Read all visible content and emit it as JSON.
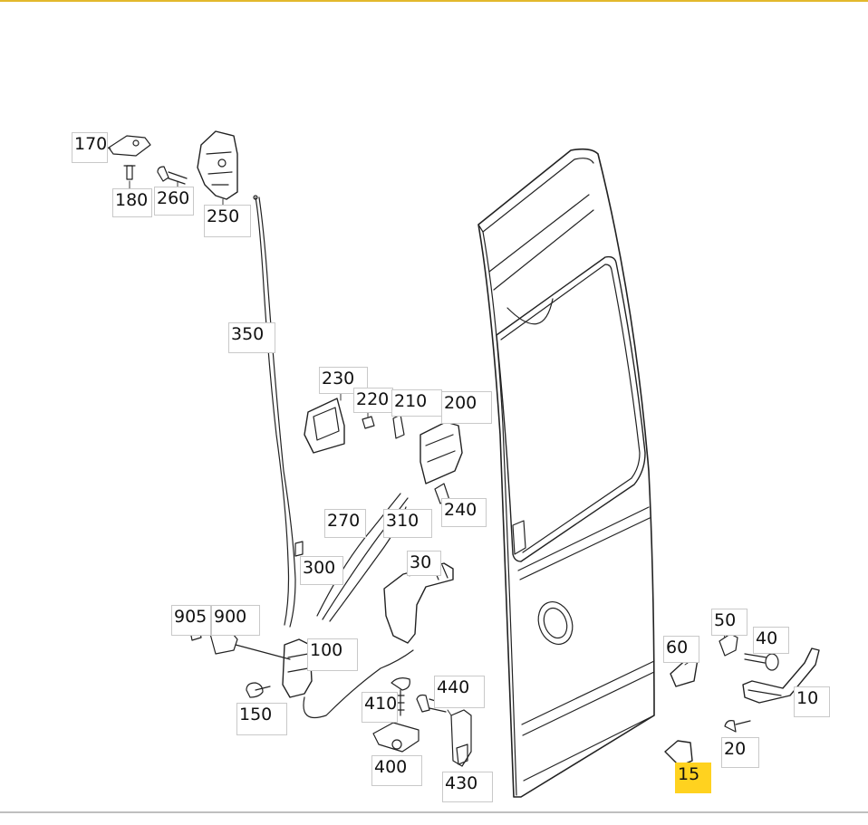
{
  "labels": [
    {
      "id": "170",
      "text": "170"
    },
    {
      "id": "180",
      "text": "180"
    },
    {
      "id": "260",
      "text": "260"
    },
    {
      "id": "250",
      "text": "250"
    },
    {
      "id": "350",
      "text": "350"
    },
    {
      "id": "230",
      "text": "230"
    },
    {
      "id": "220",
      "text": "220"
    },
    {
      "id": "210",
      "text": "210"
    },
    {
      "id": "200",
      "text": "200"
    },
    {
      "id": "240",
      "text": "240"
    },
    {
      "id": "270",
      "text": "270"
    },
    {
      "id": "310",
      "text": "310"
    },
    {
      "id": "300",
      "text": "300"
    },
    {
      "id": "30",
      "text": "30"
    },
    {
      "id": "905",
      "text": "905"
    },
    {
      "id": "900",
      "text": "900"
    },
    {
      "id": "100",
      "text": "100"
    },
    {
      "id": "150",
      "text": "150"
    },
    {
      "id": "410",
      "text": "410"
    },
    {
      "id": "440",
      "text": "440"
    },
    {
      "id": "400",
      "text": "400"
    },
    {
      "id": "430",
      "text": "430"
    },
    {
      "id": "60",
      "text": "60"
    },
    {
      "id": "50",
      "text": "50"
    },
    {
      "id": "40",
      "text": "40"
    },
    {
      "id": "10",
      "text": "10"
    },
    {
      "id": "20",
      "text": "20"
    },
    {
      "id": "15",
      "text": "15",
      "selected": true
    }
  ],
  "colors": {
    "highlight": "#ffd21f",
    "top_rule": "#e3b82c",
    "label_border": "#c9c9c9",
    "line": "#222222"
  }
}
